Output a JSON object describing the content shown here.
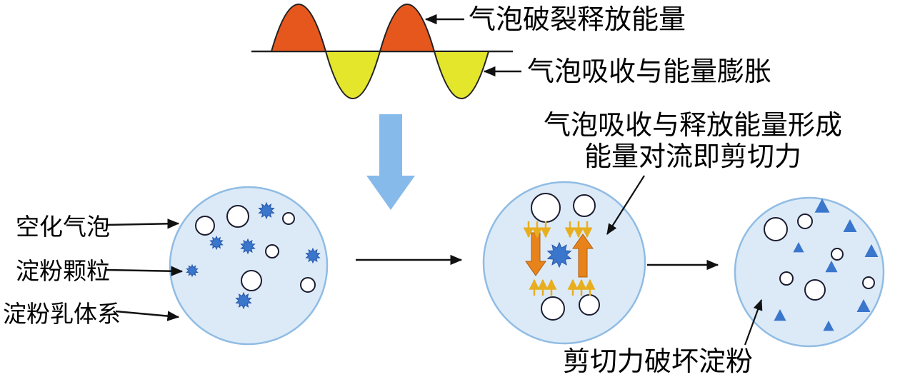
{
  "labels": {
    "bubble_burst": "气泡破裂释放能量",
    "bubble_absorb": "气泡吸收与能量膨胀",
    "convection_line1": "气泡吸收与释放能量形成",
    "convection_line2": "能量对流即剪切力",
    "cavitation_bubble": "空化气泡",
    "starch_granule": "淀粉颗粒",
    "starch_emulsion": "淀粉乳体系",
    "shear_destroy": "剪切力破坏淀粉"
  },
  "colors": {
    "wave_positive": "#E6571E",
    "wave_negative": "#E4E62C",
    "wave_outline": "#222222",
    "down_arrow": "#85BAEA",
    "circle_fill": "#DCEAF8",
    "circle_border": "#90BCE4",
    "starch_granule": "#3A76CC",
    "broken_starch": "#3A76CC",
    "convection_arrow_big": "#E8831C",
    "convection_arrow_small": "#E8AE1E",
    "pointer_arrow": "#111111",
    "text": "#000000"
  }
}
